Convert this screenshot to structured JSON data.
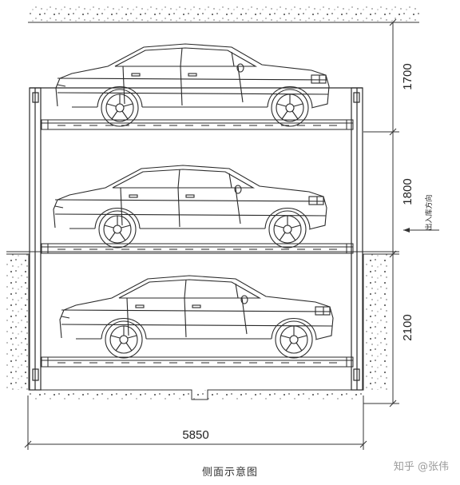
{
  "dimensions": {
    "level_top": "1700",
    "level_middle": "1800",
    "level_bottom": "2100",
    "total_width": "5850"
  },
  "entry_exit_label": "出入库方向",
  "caption": "侧面示意图",
  "watermark": "知乎 @张伟"
}
